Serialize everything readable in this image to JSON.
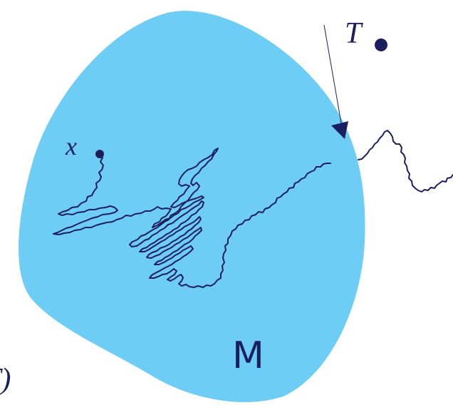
{
  "labels": {
    "start_point": "x",
    "target_point": "T",
    "partial_expression": "T)",
    "region": "M"
  },
  "colors": {
    "region_fill": "#6dcdf4",
    "ink": "#1c1f5e",
    "background": "#ffffff"
  }
}
